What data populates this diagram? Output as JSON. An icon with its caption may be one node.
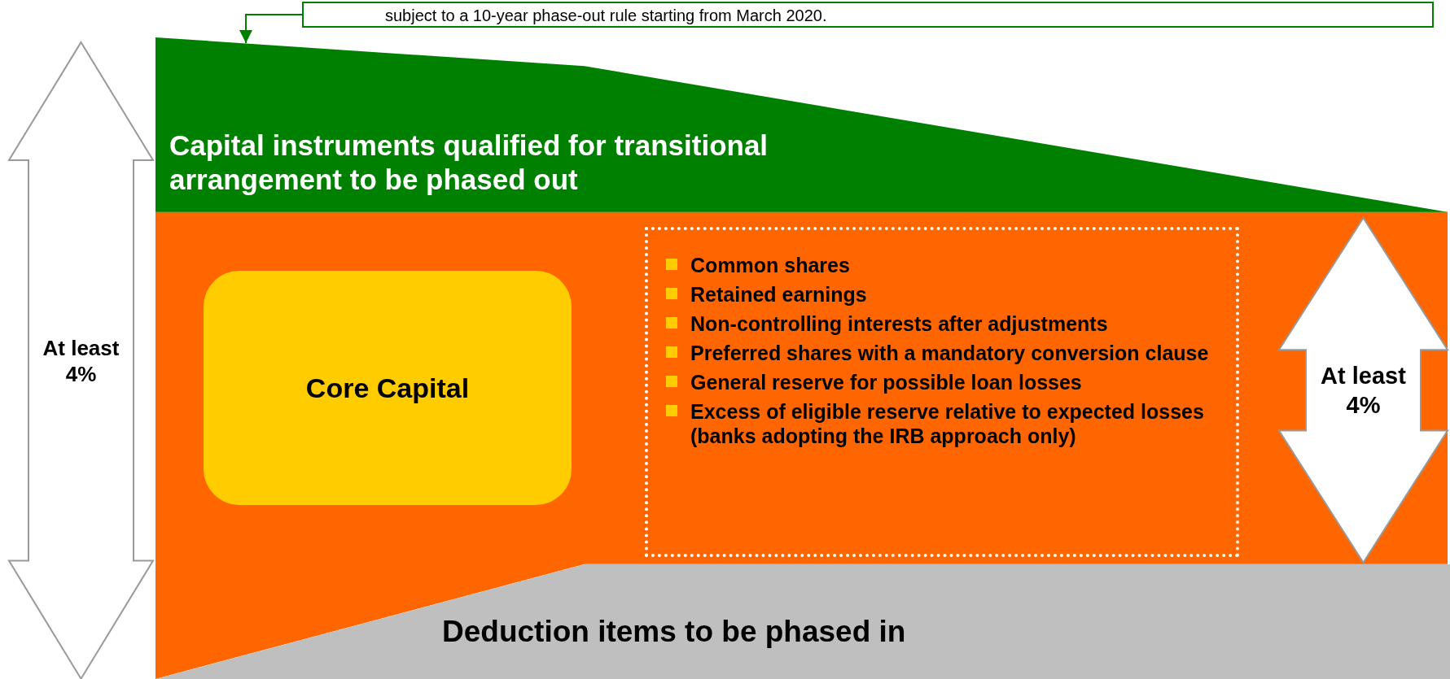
{
  "diagram": {
    "nodes": [
      {
        "text": [
          "subject to a 10-year phase-out rule starting from March 2020."
        ]
      },
      {
        "text": [
          "At least 4%"
        ]
      },
      {
        "text": [
          "Capital instruments qualified for transitional arrangement to be phased out"
        ]
      },
      {
        "text": [
          "Core Capital"
        ]
      },
      {
        "text": [
          "Common shares",
          "Retained earnings",
          "Non-controlling interests after adjustments",
          "Preferred shares with a mandatory conversion clause",
          "General reserve for possible loan losses",
          "Excess of eligible reserve relative to expected losses (banks adopting the IRB approach only)"
        ]
      },
      {
        "text": [
          "At least 4%"
        ]
      },
      {
        "text": [
          "Deduction items to be phased in"
        ]
      }
    ],
    "edges": [
      {
        "from": 0,
        "to": 2,
        "arrow": "to"
      }
    ]
  }
}
